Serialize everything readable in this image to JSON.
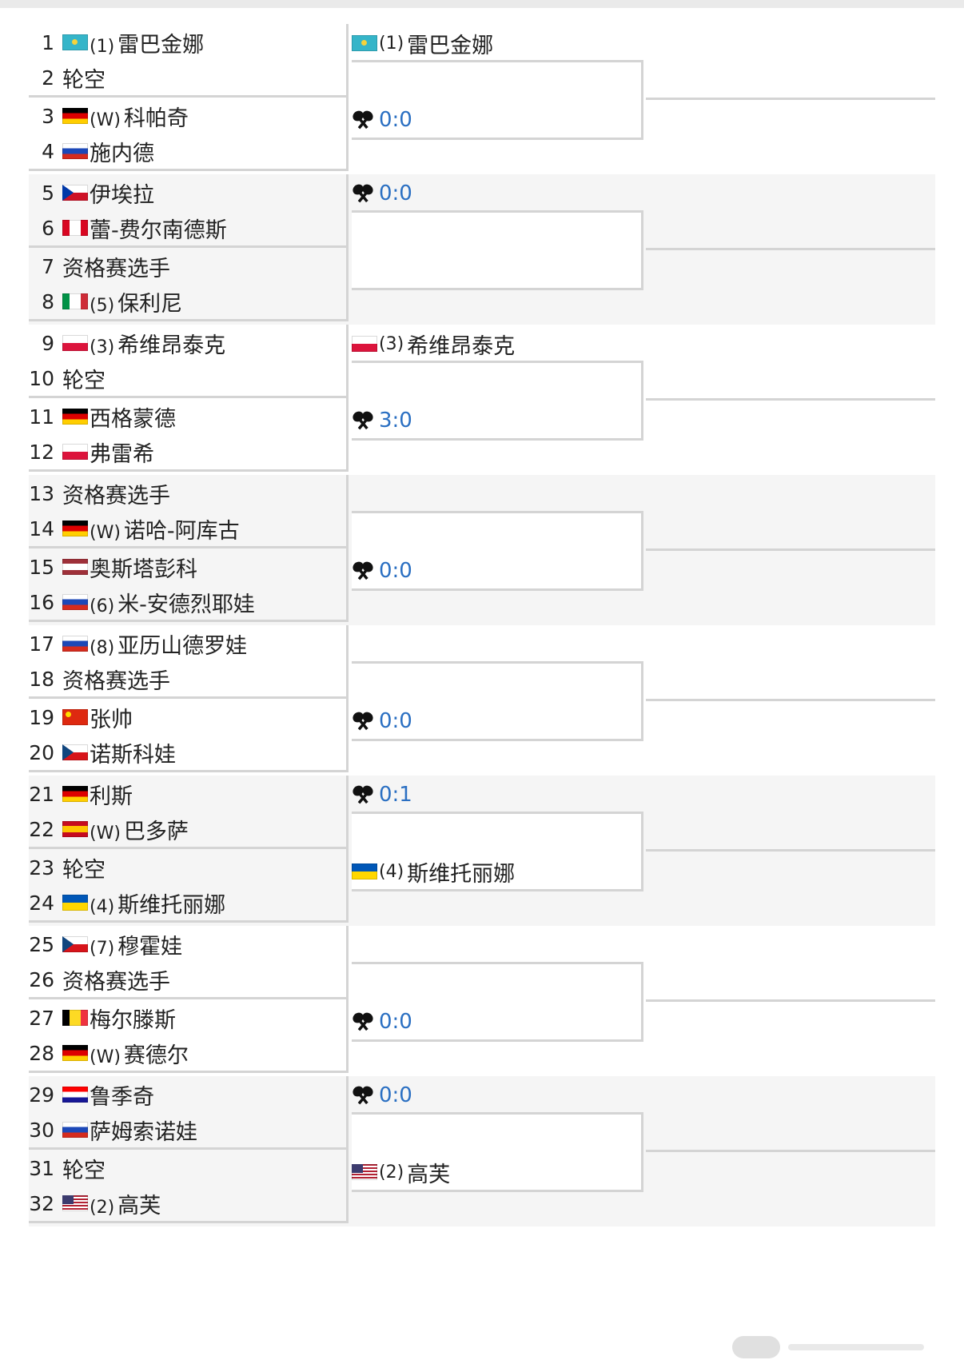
{
  "watermark_icon": "watermark-logo-icon",
  "flags": {
    "kz": {
      "type": "solid",
      "c1": "#35b5c9",
      "emblem": "#f5d33b"
    },
    "de": {
      "type": "h3",
      "c1": "#000000",
      "c2": "#dd0000",
      "c3": "#ffce00"
    },
    "ru": {
      "type": "h3",
      "c1": "#ffffff",
      "c2": "#1c48b8",
      "c3": "#d52b1e"
    },
    "ph": {
      "type": "tri",
      "c1": "#0038a8",
      "c2": "#ce1126",
      "c3": "#ffffff"
    },
    "ca": {
      "type": "v3",
      "c1": "#d80621",
      "c2": "#ffffff",
      "c3": "#d80621"
    },
    "it": {
      "type": "v3",
      "c1": "#009246",
      "c2": "#ffffff",
      "c3": "#ce2b37"
    },
    "pl": {
      "type": "h2",
      "c1": "#ffffff",
      "c2": "#dc143c"
    },
    "lv": {
      "type": "h3w",
      "c1": "#9e3039",
      "c2": "#ffffff",
      "c3": "#9e3039"
    },
    "cn": {
      "type": "solid",
      "c1": "#de2910",
      "emblem": "#ffde00"
    },
    "cz": {
      "type": "tri",
      "c1": "#11457e",
      "c2": "#d7141a",
      "c3": "#ffffff"
    },
    "es": {
      "type": "h3w",
      "c1": "#c60b1e",
      "c2": "#ffc400",
      "c3": "#c60b1e"
    },
    "ua": {
      "type": "h2",
      "c1": "#0057b7",
      "c2": "#ffd700"
    },
    "be": {
      "type": "v3",
      "c1": "#000000",
      "c2": "#fdda24",
      "c3": "#ef3340"
    },
    "hr": {
      "type": "h3",
      "c1": "#ff0000",
      "c2": "#ffffff",
      "c3": "#171796"
    },
    "us": {
      "type": "us",
      "c1": "#b22234",
      "c2": "#ffffff",
      "c3": "#3c3b6e"
    }
  },
  "sections": [
    {
      "players": [
        {
          "num": "1",
          "flag": "kz",
          "seed": "(1)",
          "name": "雷巴金娜"
        },
        {
          "num": "2",
          "flag": "",
          "seed": "",
          "name": "轮空"
        },
        {
          "num": "3",
          "flag": "de",
          "seed": "(W)",
          "name": "科帕奇"
        },
        {
          "num": "4",
          "flag": "ru",
          "seed": "",
          "name": "施内德"
        }
      ],
      "r2": [
        {
          "type": "player",
          "flag": "kz",
          "seed": "(1)",
          "name": "雷巴金娜"
        },
        {
          "type": "score",
          "score": "0:0",
          "icon": "crossed-rackets-icon"
        }
      ]
    },
    {
      "players": [
        {
          "num": "5",
          "flag": "ph",
          "seed": "",
          "name": "伊埃拉"
        },
        {
          "num": "6",
          "flag": "ca",
          "seed": "",
          "name": "蕾-费尔南德斯"
        },
        {
          "num": "7",
          "flag": "",
          "seed": "",
          "name": "资格赛选手"
        },
        {
          "num": "8",
          "flag": "it",
          "seed": "(5)",
          "name": "保利尼"
        }
      ],
      "r2": [
        {
          "type": "score",
          "score": "0:0",
          "icon": "crossed-rackets-icon"
        },
        {
          "type": "empty"
        }
      ]
    },
    {
      "players": [
        {
          "num": "9",
          "flag": "pl",
          "seed": "(3)",
          "name": "希维昂泰克"
        },
        {
          "num": "10",
          "flag": "",
          "seed": "",
          "name": "轮空"
        },
        {
          "num": "11",
          "flag": "de",
          "seed": "",
          "name": "西格蒙德"
        },
        {
          "num": "12",
          "flag": "pl",
          "seed": "",
          "name": "弗雷希"
        }
      ],
      "r2": [
        {
          "type": "player",
          "flag": "pl",
          "seed": "(3)",
          "name": "希维昂泰克"
        },
        {
          "type": "score",
          "score": "3:0",
          "icon": "crossed-rackets-icon"
        }
      ]
    },
    {
      "players": [
        {
          "num": "13",
          "flag": "",
          "seed": "",
          "name": "资格赛选手"
        },
        {
          "num": "14",
          "flag": "de",
          "seed": "(W)",
          "name": "诺哈-阿库古"
        },
        {
          "num": "15",
          "flag": "lv",
          "seed": "",
          "name": "奥斯塔彭科"
        },
        {
          "num": "16",
          "flag": "ru",
          "seed": "(6)",
          "name": "米-安德烈耶娃"
        }
      ],
      "r2": [
        {
          "type": "empty"
        },
        {
          "type": "score",
          "score": "0:0",
          "icon": "crossed-rackets-icon"
        }
      ]
    },
    {
      "players": [
        {
          "num": "17",
          "flag": "ru",
          "seed": "(8)",
          "name": "亚历山德罗娃"
        },
        {
          "num": "18",
          "flag": "",
          "seed": "",
          "name": "资格赛选手"
        },
        {
          "num": "19",
          "flag": "cn",
          "seed": "",
          "name": "张帅"
        },
        {
          "num": "20",
          "flag": "cz",
          "seed": "",
          "name": "诺斯科娃"
        }
      ],
      "r2": [
        {
          "type": "empty"
        },
        {
          "type": "score",
          "score": "0:0",
          "icon": "crossed-rackets-icon"
        }
      ]
    },
    {
      "players": [
        {
          "num": "21",
          "flag": "de",
          "seed": "",
          "name": "利斯"
        },
        {
          "num": "22",
          "flag": "es",
          "seed": "(W)",
          "name": "巴多萨"
        },
        {
          "num": "23",
          "flag": "",
          "seed": "",
          "name": "轮空"
        },
        {
          "num": "24",
          "flag": "ua",
          "seed": "(4)",
          "name": "斯维托丽娜"
        }
      ],
      "r2": [
        {
          "type": "score",
          "score": "0:1",
          "icon": "crossed-rackets-icon"
        },
        {
          "type": "player",
          "flag": "ua",
          "seed": "(4)",
          "name": "斯维托丽娜"
        }
      ]
    },
    {
      "players": [
        {
          "num": "25",
          "flag": "cz",
          "seed": "(7)",
          "name": "穆霍娃"
        },
        {
          "num": "26",
          "flag": "",
          "seed": "",
          "name": "资格赛选手"
        },
        {
          "num": "27",
          "flag": "be",
          "seed": "",
          "name": "梅尔滕斯"
        },
        {
          "num": "28",
          "flag": "de",
          "seed": "(W)",
          "name": "赛德尔"
        }
      ],
      "r2": [
        {
          "type": "empty"
        },
        {
          "type": "score",
          "score": "0:0",
          "icon": "crossed-rackets-icon"
        }
      ]
    },
    {
      "players": [
        {
          "num": "29",
          "flag": "hr",
          "seed": "",
          "name": "鲁季奇"
        },
        {
          "num": "30",
          "flag": "ru",
          "seed": "",
          "name": "萨姆索诺娃"
        },
        {
          "num": "31",
          "flag": "",
          "seed": "",
          "name": "轮空"
        },
        {
          "num": "32",
          "flag": "us",
          "seed": "(2)",
          "name": "高芙"
        }
      ],
      "r2": [
        {
          "type": "score",
          "score": "0:0",
          "icon": "crossed-rackets-icon"
        },
        {
          "type": "player",
          "flag": "us",
          "seed": "(2)",
          "name": "高芙"
        }
      ]
    }
  ]
}
